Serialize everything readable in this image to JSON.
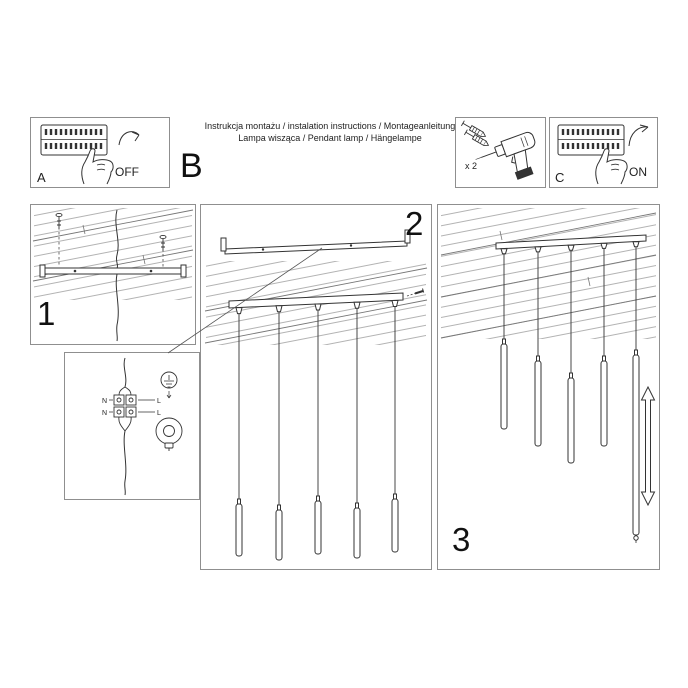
{
  "header": {
    "line1": "Instrukcja montażu / instalation instructions / Montageanleitung",
    "line2": "Lampa wisząca / Pendant lamp / Hängelampe"
  },
  "steps": {
    "a": "A",
    "b": "B",
    "c": "C",
    "s1": "1",
    "s2": "2",
    "s3": "3"
  },
  "power": {
    "off": "OFF",
    "on": "ON"
  },
  "tools": {
    "count": "x 2"
  },
  "wiring": {
    "n": "N",
    "l": "L"
  },
  "icons": {
    "fuse_box": "breaker-panel",
    "hand": "pointing-hand",
    "drill": "power-drill",
    "wall_plug": "wall-anchor",
    "earth": "ground-symbol",
    "height_arrow": "double-vertical-arrow"
  },
  "colors": {
    "line": "#333333",
    "border": "#8f8f8f",
    "background": "#ffffff",
    "text": "#1a1a1a"
  }
}
